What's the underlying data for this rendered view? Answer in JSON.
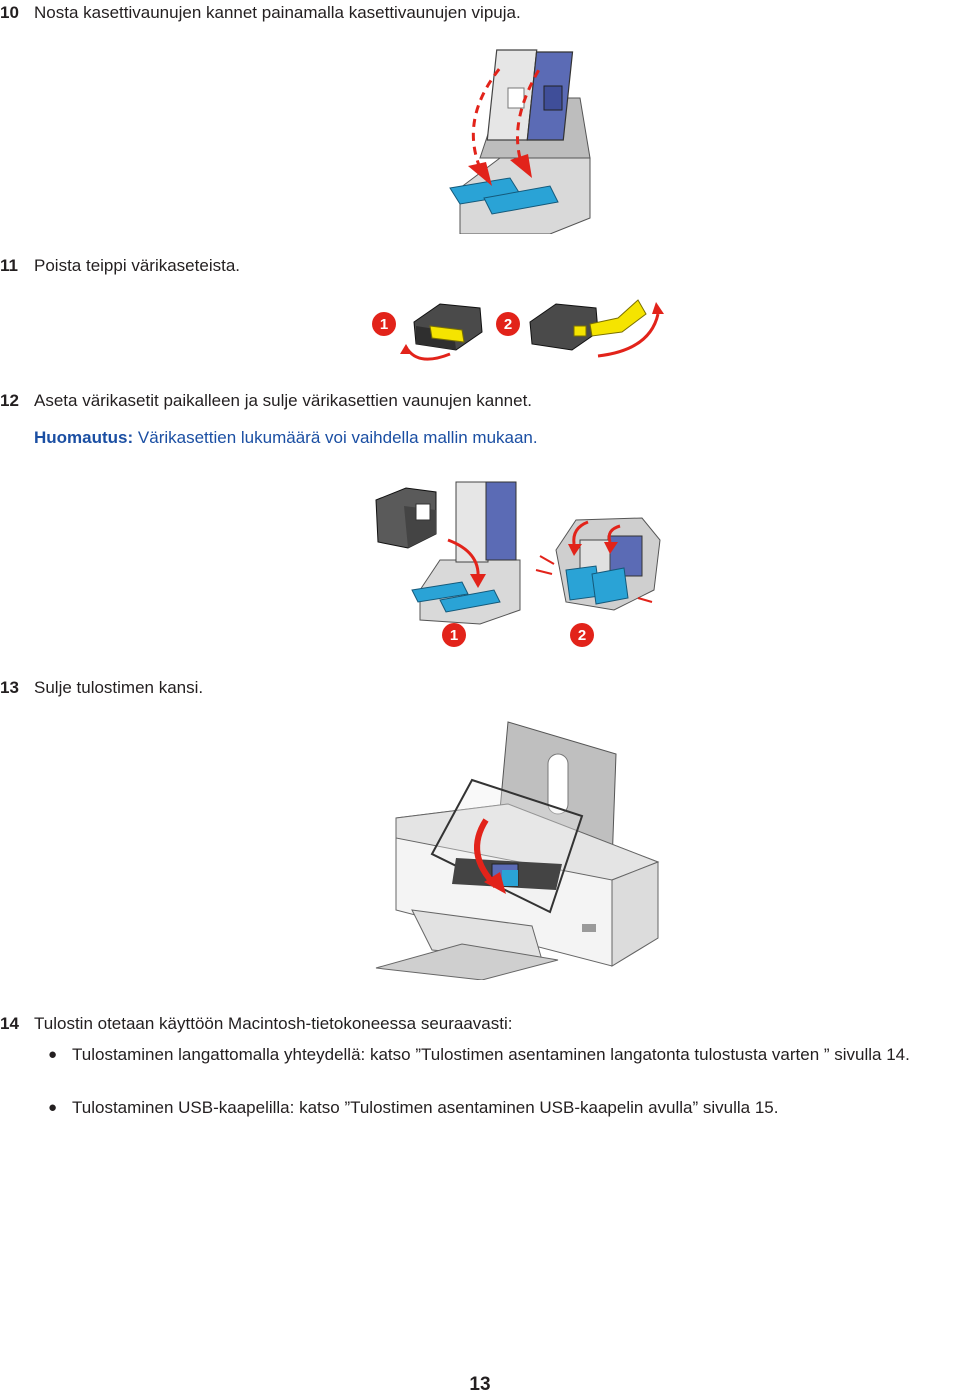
{
  "steps": [
    {
      "num": "10",
      "text": "Nosta kasettivaunujen kannet painamalla kasettivaunujen vipuja."
    },
    {
      "num": "11",
      "text": "Poista teippi värikaseteista."
    },
    {
      "num": "12",
      "text": "Aseta värikasetit paikalleen ja sulje värikasettien vaunujen kannet."
    },
    {
      "num": "13",
      "text": "Sulje tulostimen kansi."
    },
    {
      "num": "14",
      "text": "Tulostin otetaan käyttöön Macintosh-tietokoneessa seuraavasti:"
    }
  ],
  "note": {
    "label": "Huomautus:",
    "text": "Värikasettien lukumäärä voi vaihdella mallin mukaan."
  },
  "figures": {
    "tape_badges": [
      "1",
      "2"
    ],
    "insert_badges": [
      "1",
      "2"
    ]
  },
  "bullets": [
    {
      "text": "Tulostaminen langattomalla yhteydellä: katso ”Tulostimen asentaminen langatonta tulostusta varten ” sivulla 14."
    },
    {
      "text": "Tulostaminen USB-kaapelilla: katso ”Tulostimen asentaminen USB-kaapelin avulla” sivulla 15."
    }
  ],
  "bullet_glyph": "●",
  "page_number": "13",
  "colors": {
    "badge_red": "#e2231a",
    "note_blue": "#1b4fa3",
    "cartridge_blue": "#5b6bb5",
    "lever_cyan": "#2aa3d6",
    "tape_yellow": "#f5e400"
  }
}
